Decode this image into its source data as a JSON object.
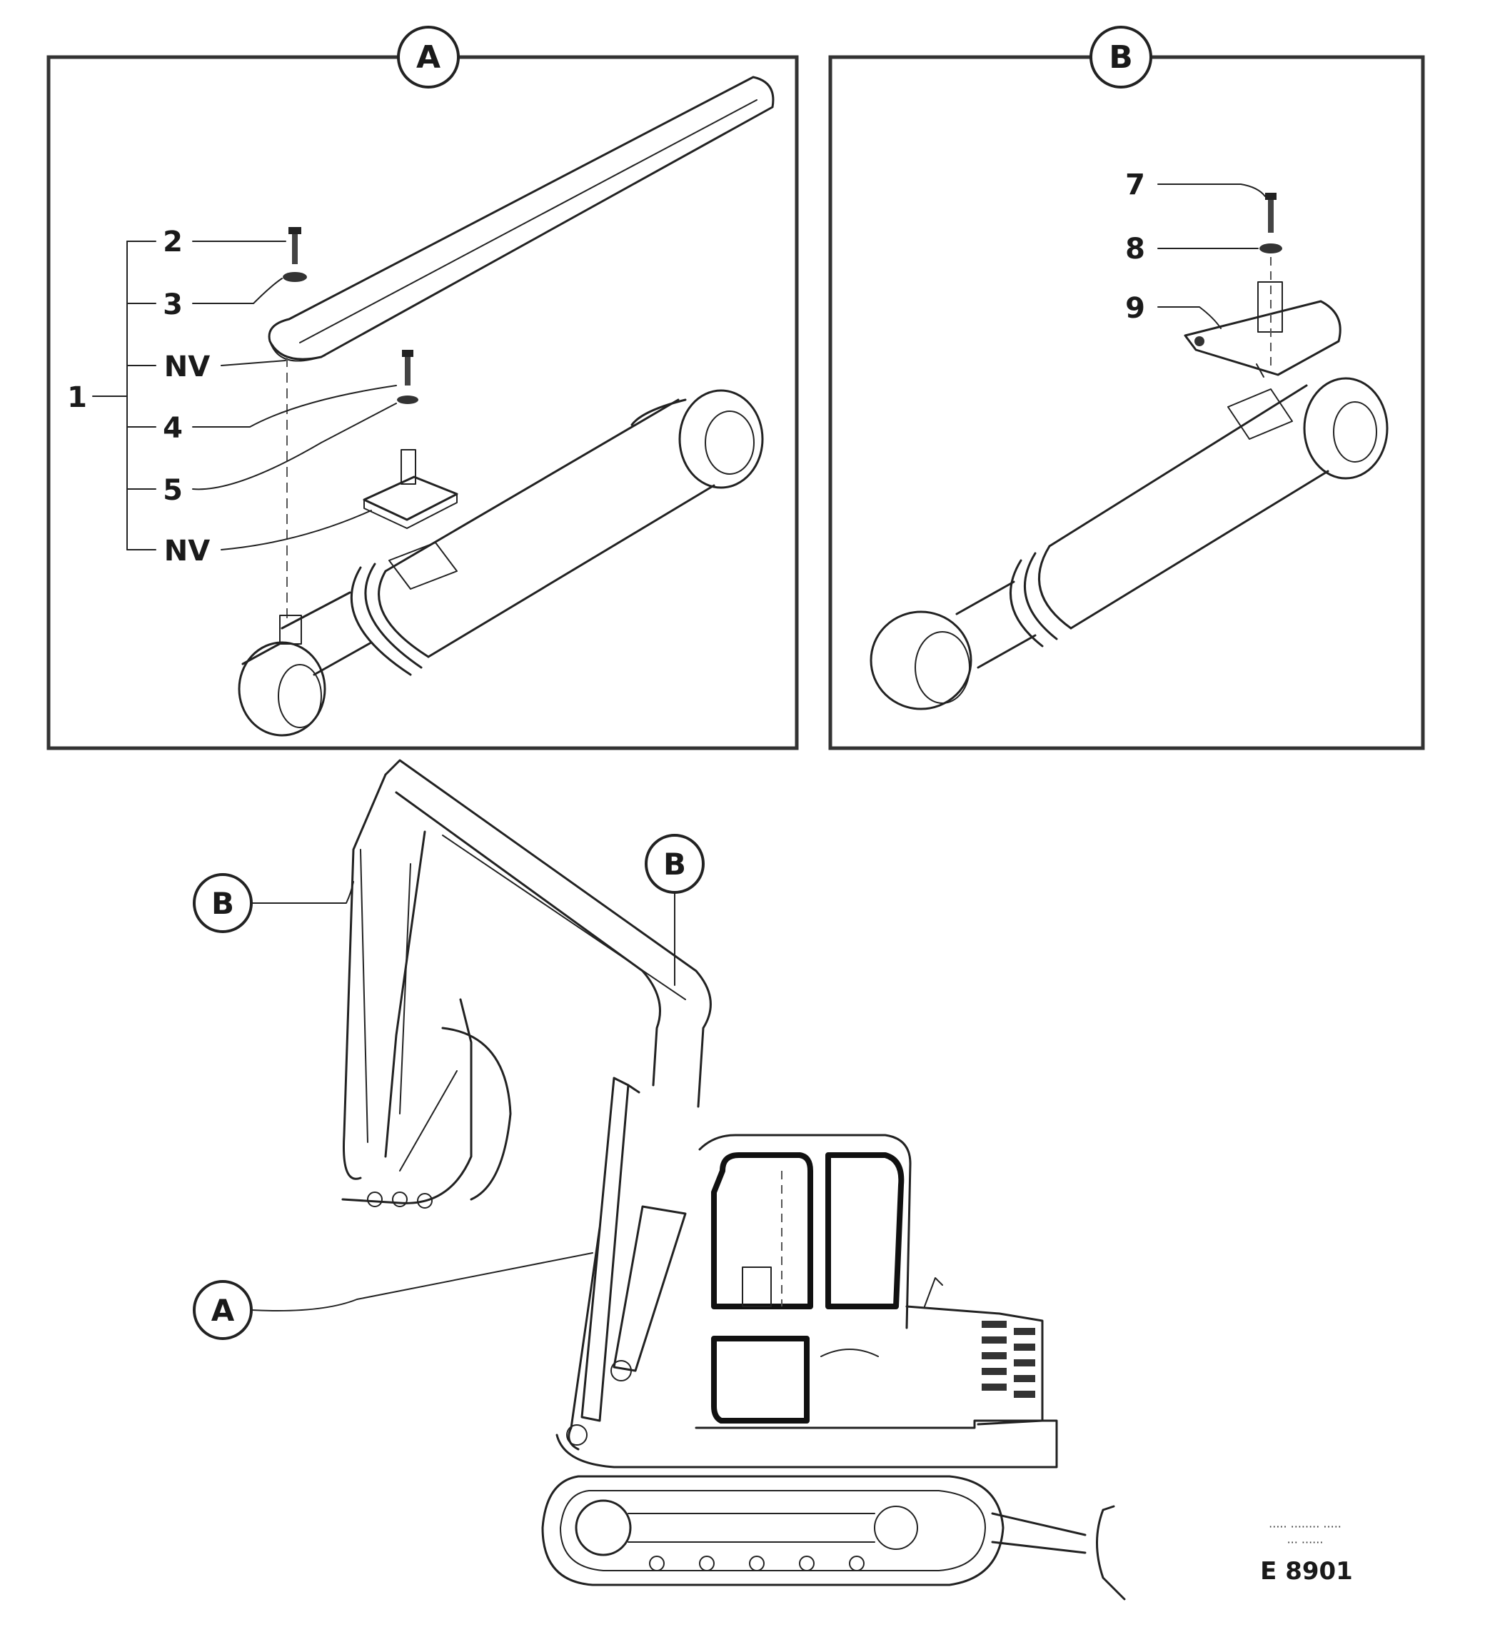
{
  "panels": [
    {
      "key": "A",
      "label": "A"
    },
    {
      "key": "B",
      "label": "B"
    }
  ],
  "panel_a_callouts": {
    "group": "1",
    "items": [
      "2",
      "3",
      "NV",
      "4",
      "5",
      "NV"
    ]
  },
  "panel_b_callouts": {
    "items": [
      "7",
      "8",
      "9"
    ]
  },
  "machine_callouts": [
    "B",
    "B",
    "A"
  ],
  "figure_ref": {
    "code": "E 8901",
    "small_text_line1": "····· ········ ·····",
    "small_text_line2": "··· ······"
  }
}
